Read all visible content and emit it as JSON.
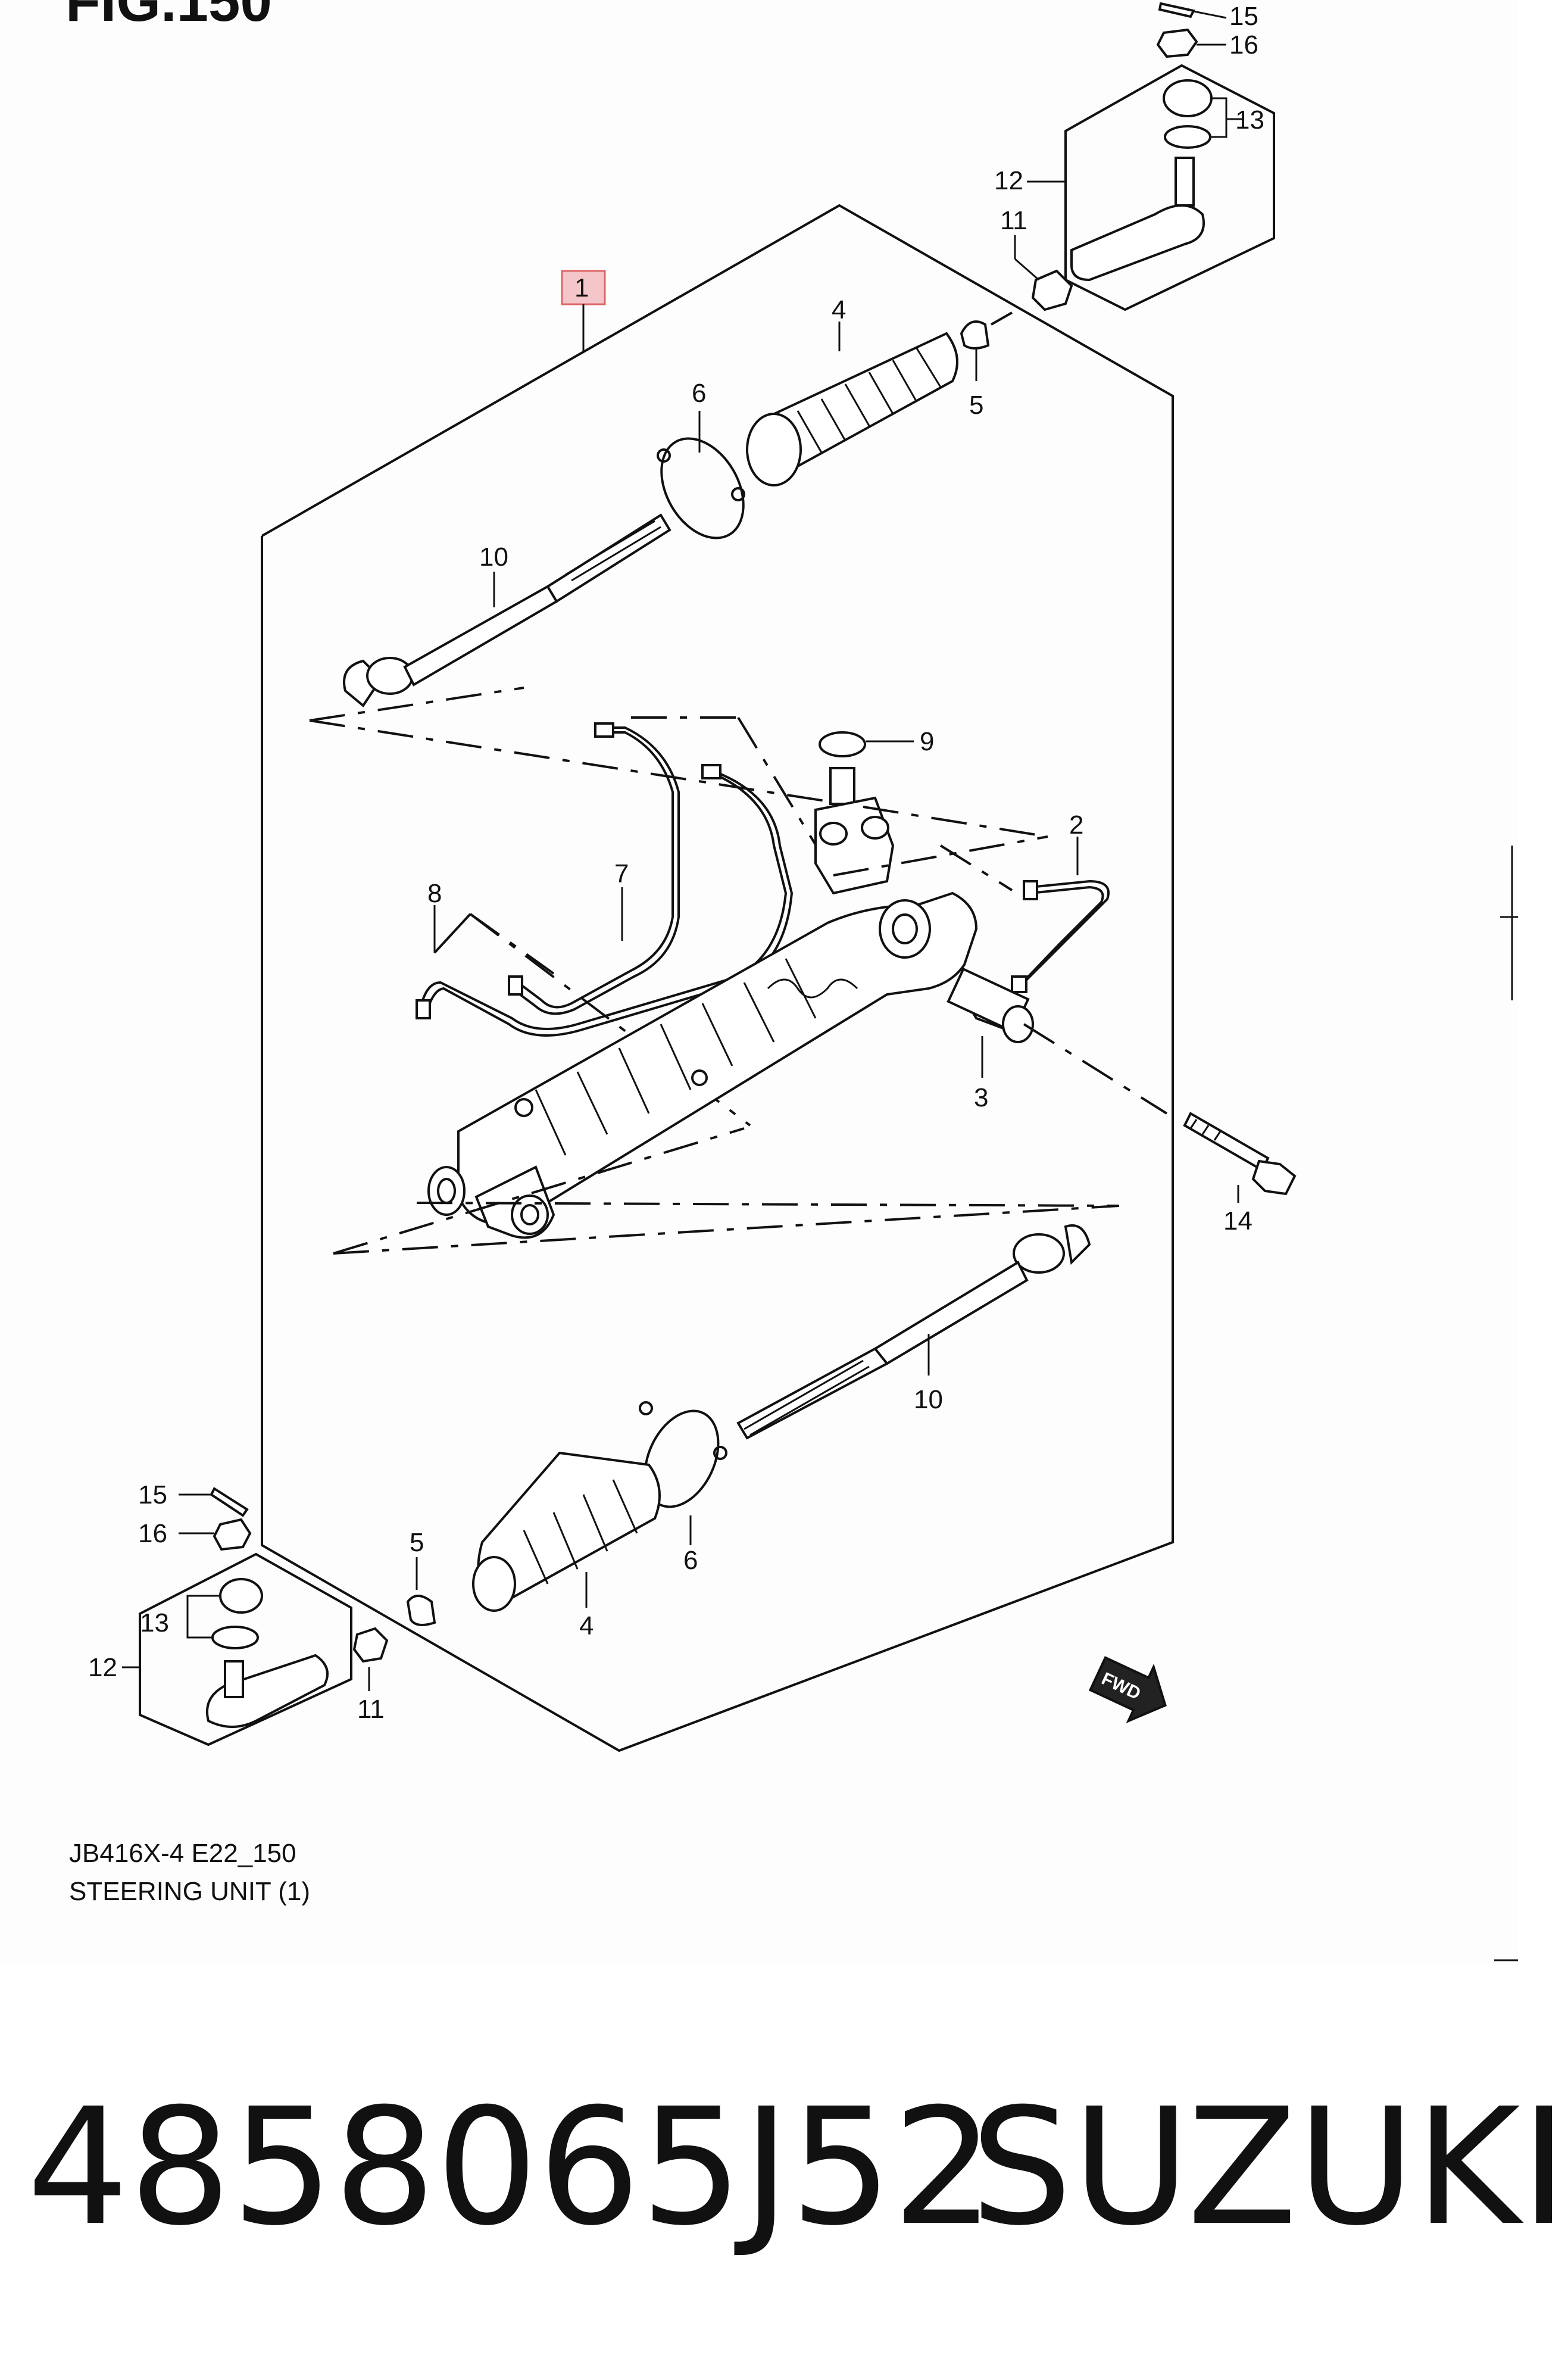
{
  "figure": {
    "title": "FIG.150",
    "code": "JB416X-4 E22_150",
    "name": "STEERING UNIT (1)",
    "fwd_label": "FWD",
    "highlight_color": "#f4c6c9"
  },
  "callouts": {
    "c1": "1",
    "c2": "2",
    "c3": "3",
    "c4a": "4",
    "c4b": "4",
    "c5a": "5",
    "c5b": "5",
    "c6a": "6",
    "c6b": "6",
    "c7": "7",
    "c8": "8",
    "c9": "9",
    "c10a": "10",
    "c10b": "10",
    "c11a": "11",
    "c11b": "11",
    "c12a": "12",
    "c12b": "12",
    "c13a": "13",
    "c13b": "13",
    "c14": "14",
    "c15a": "15",
    "c15b": "15",
    "c16a": "16",
    "c16b": "16"
  },
  "footer": {
    "part_number": "4858065J52",
    "brand": "SUZUKI"
  }
}
